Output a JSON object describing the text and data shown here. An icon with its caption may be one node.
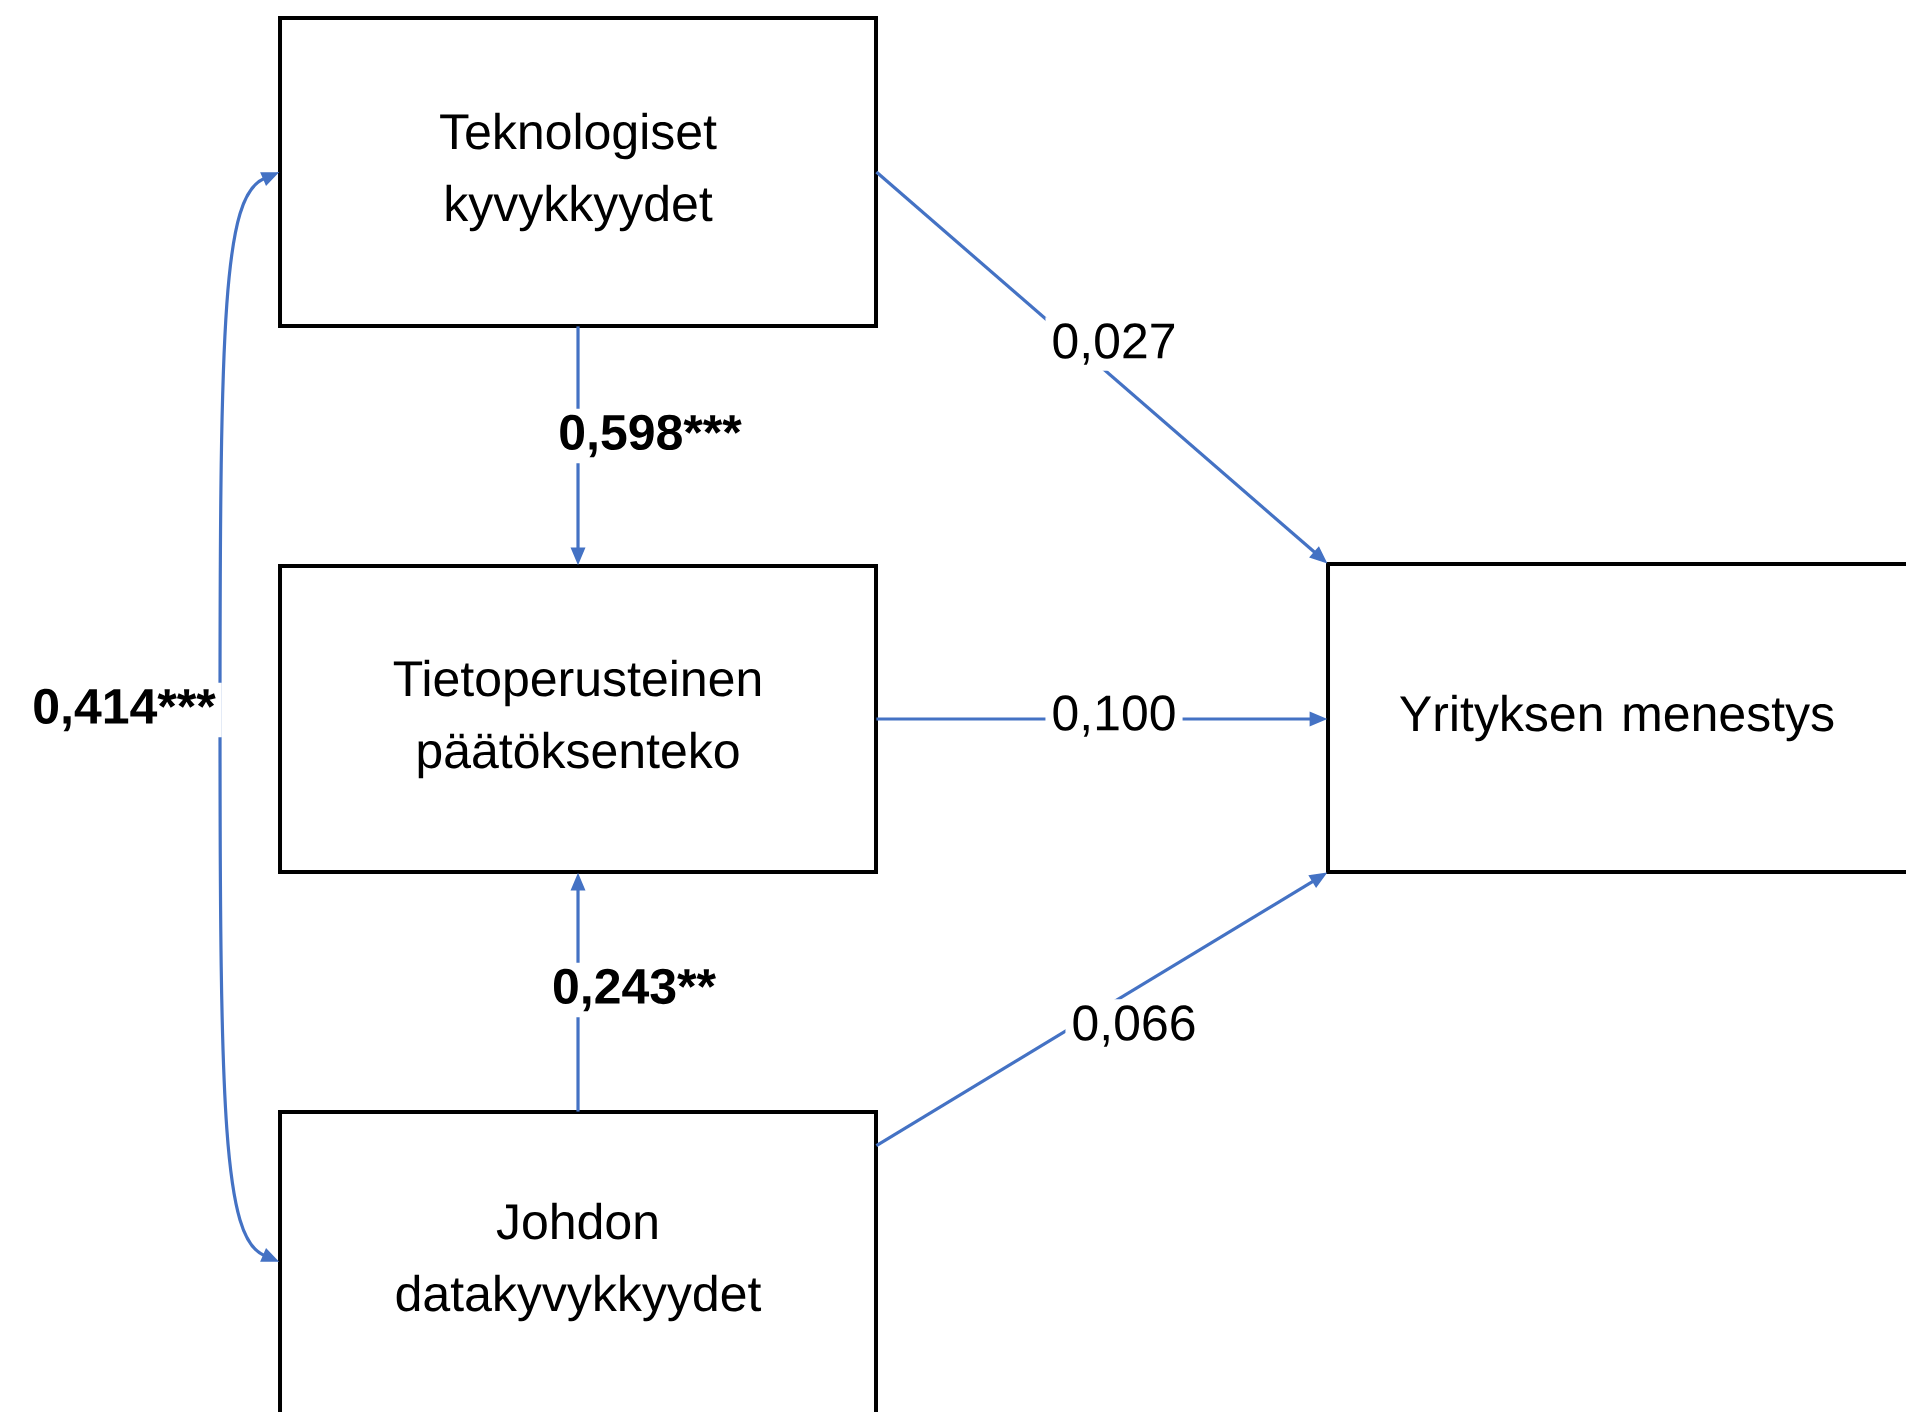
{
  "diagram": {
    "nodes": [
      {
        "text": [
          "Teknologiset kyvykkyydet"
        ]
      },
      {
        "text": [
          "Tietoperusteinen päätöksenteko"
        ]
      },
      {
        "text": [
          "Johdon datakyvykkyydet"
        ]
      },
      {
        "text": [
          "Yrityksen menestys"
        ]
      }
    ],
    "edges": [
      {
        "from": 0,
        "to": 1,
        "arrow": "to",
        "label": "0,598***"
      },
      {
        "from": 2,
        "to": 1,
        "arrow": "to",
        "label": "0,243**"
      },
      {
        "from": 0,
        "to": 2,
        "arrow": "both",
        "label": "0,414***"
      },
      {
        "from": 0,
        "to": 3,
        "arrow": "to",
        "label": "0,027"
      },
      {
        "from": 1,
        "to": 3,
        "arrow": "to",
        "label": "0,100"
      },
      {
        "from": 2,
        "to": 3,
        "arrow": "to",
        "label": "0,066"
      }
    ]
  }
}
